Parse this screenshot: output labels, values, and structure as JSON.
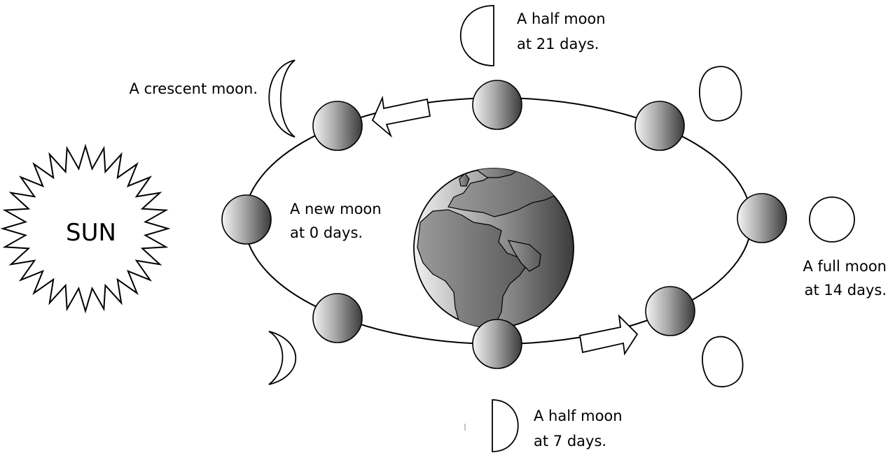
{
  "labels": {
    "sun": "SUN",
    "new_moon_line1": "A new moon",
    "new_moon_line2": "at 0 days.",
    "crescent": "A crescent moon.",
    "half_21_line1": "A half moon",
    "half_21_line2": "at 21 days.",
    "full_line1": "A full moon",
    "full_line2": "at 14 days.",
    "half_7_line1": "A half moon",
    "half_7_line2": "at 7 days."
  },
  "colors": {
    "ink": "#000000",
    "moon_light": "#f4f4f4",
    "moon_dark": "#3a3a3a",
    "land": "#8c8c8c",
    "ocean_light": "#f0f0f0",
    "ocean_dark": "#3c3c3c"
  }
}
